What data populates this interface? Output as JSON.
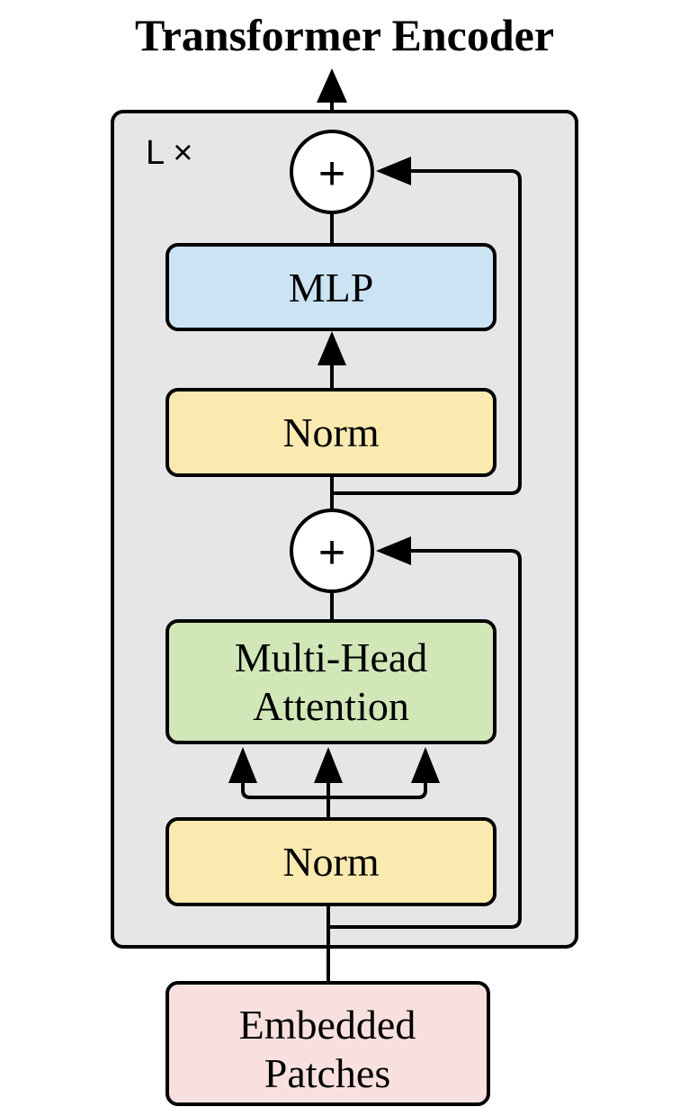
{
  "title": "Transformer Encoder",
  "repeat_label": "L ×",
  "add_symbol": "+",
  "blocks": {
    "mlp": {
      "label": "MLP",
      "color": "#cce3f4"
    },
    "norm_top": {
      "label": "Norm",
      "color": "#fbeab0"
    },
    "attention": {
      "line1": "Multi-Head",
      "line2": "Attention",
      "color": "#d2e7b8"
    },
    "norm_bottom": {
      "label": "Norm",
      "color": "#fbeab0"
    },
    "embedded": {
      "line1": "Embedded",
      "line2": "Patches",
      "color": "#f7e0de"
    }
  },
  "colors": {
    "container": "#e6e6e6",
    "stroke": "#000000",
    "circle_fill": "#ffffff"
  }
}
